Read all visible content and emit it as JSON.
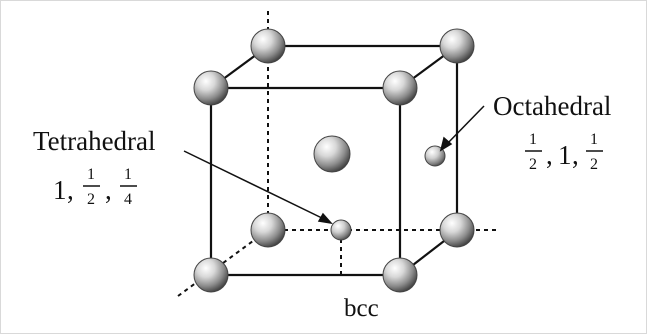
{
  "diagram": {
    "caption": "bcc",
    "sites": {
      "tetrahedral": {
        "label": "Tetrahedral",
        "coord_1": "1",
        "coord_2_num": "1",
        "coord_2_den": "2",
        "coord_3_num": "1",
        "coord_3_den": "4"
      },
      "octahedral": {
        "label": "Octahedral",
        "coord_1_num": "1",
        "coord_1_den": "2",
        "coord_2": "1",
        "coord_3_num": "1",
        "coord_3_den": "2"
      }
    }
  }
}
